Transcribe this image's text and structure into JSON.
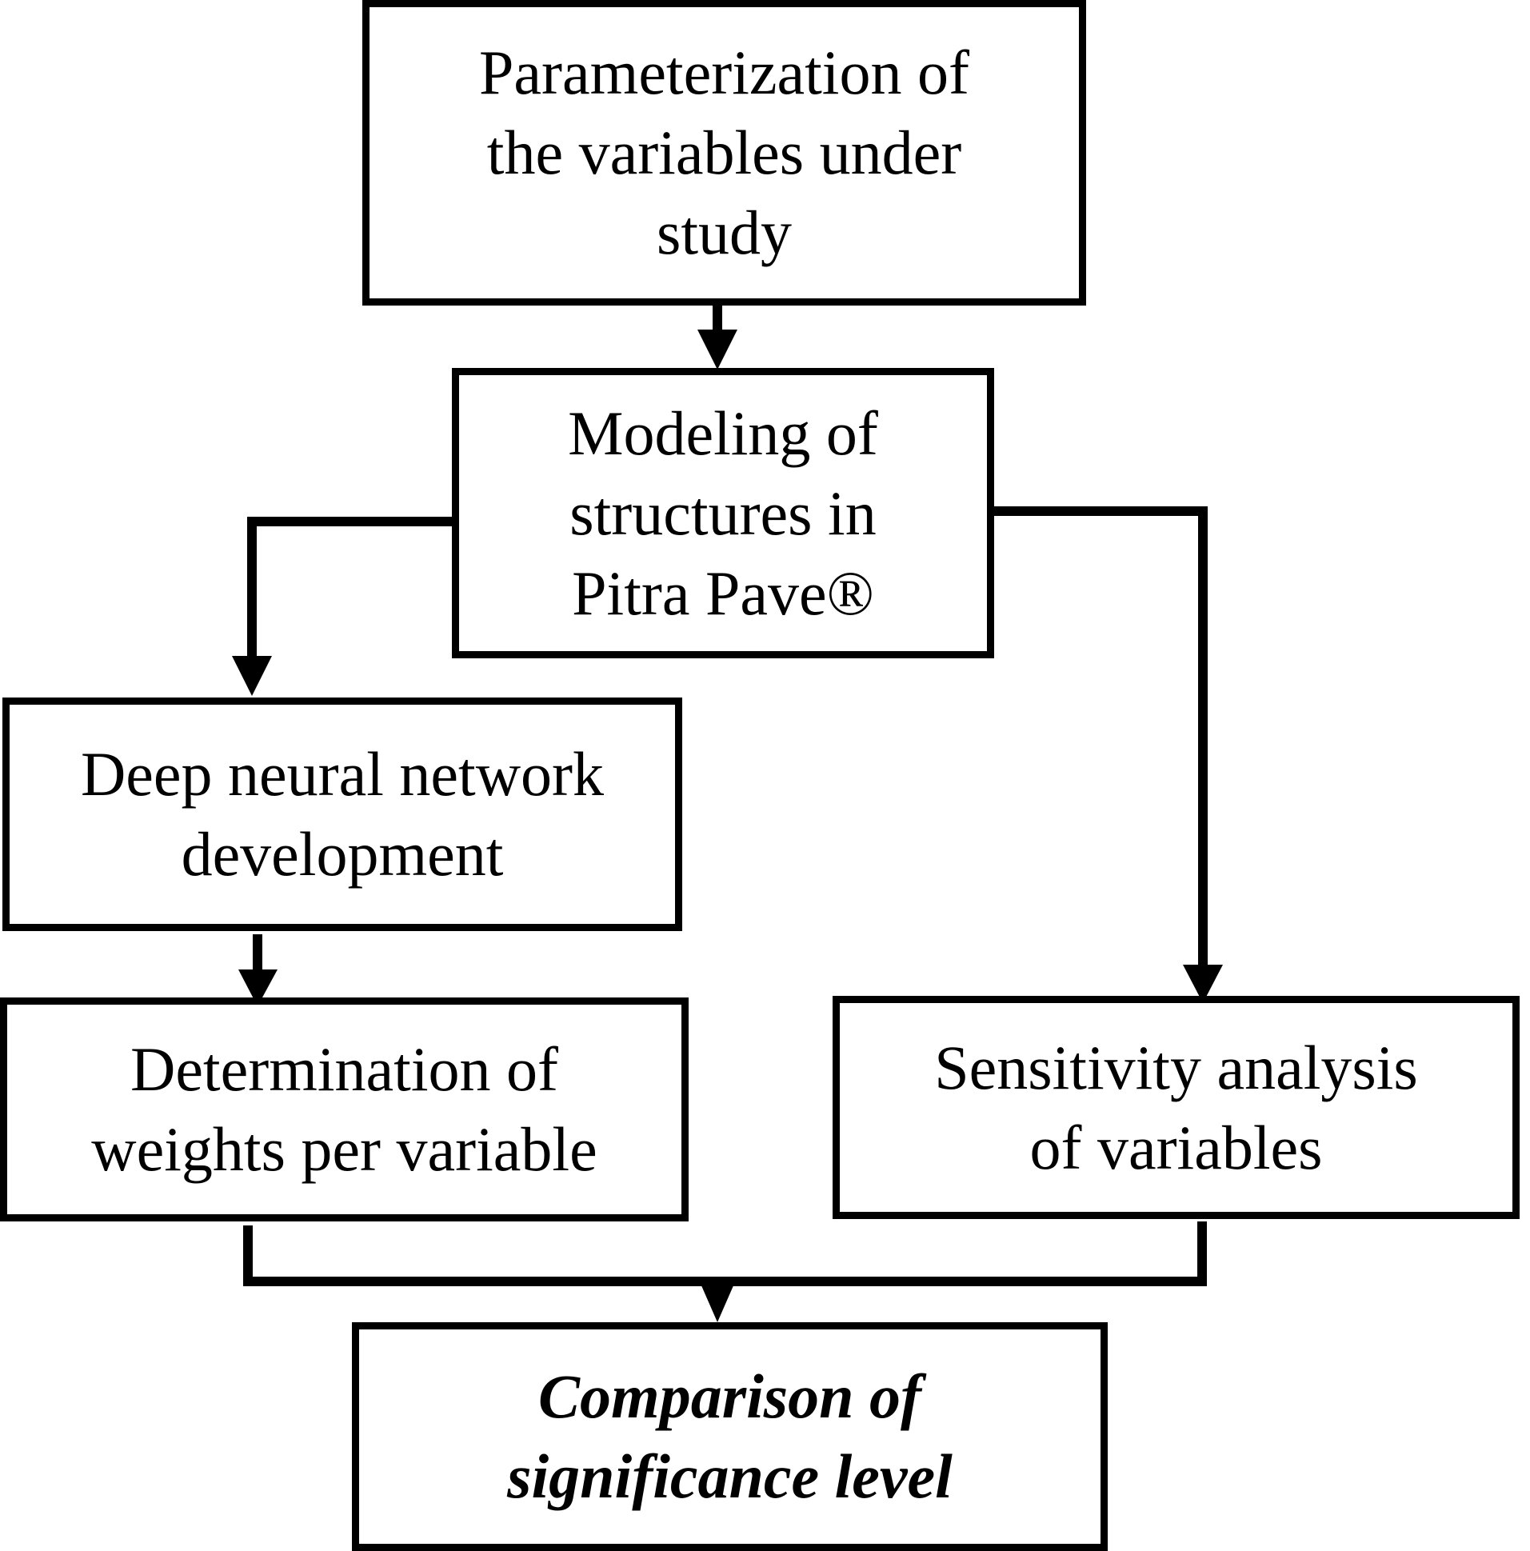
{
  "figure": {
    "type": "flowchart",
    "nodes": [
      {
        "id": "parameterization",
        "label": "Parameterization of\nthe variables under\nstudy"
      },
      {
        "id": "modeling",
        "label": "Modeling of\nstructures in\nPitra Pave®"
      },
      {
        "id": "dnn",
        "label": "Deep neural network\ndevelopment"
      },
      {
        "id": "weights",
        "label": "Determination of\nweights per variable"
      },
      {
        "id": "sensitivity",
        "label": "Sensitivity analysis\nof variables"
      },
      {
        "id": "comparison",
        "label": "Comparison of\nsignificance level",
        "style": "bold-italic"
      }
    ],
    "edges": [
      {
        "from": "parameterization",
        "to": "modeling"
      },
      {
        "from": "modeling",
        "to": "dnn"
      },
      {
        "from": "modeling",
        "to": "sensitivity"
      },
      {
        "from": "dnn",
        "to": "weights"
      },
      {
        "from": "weights",
        "to": "comparison"
      },
      {
        "from": "sensitivity",
        "to": "comparison"
      }
    ],
    "colors": {
      "stroke": "#000000",
      "background": "#ffffff",
      "text": "#000000"
    }
  }
}
